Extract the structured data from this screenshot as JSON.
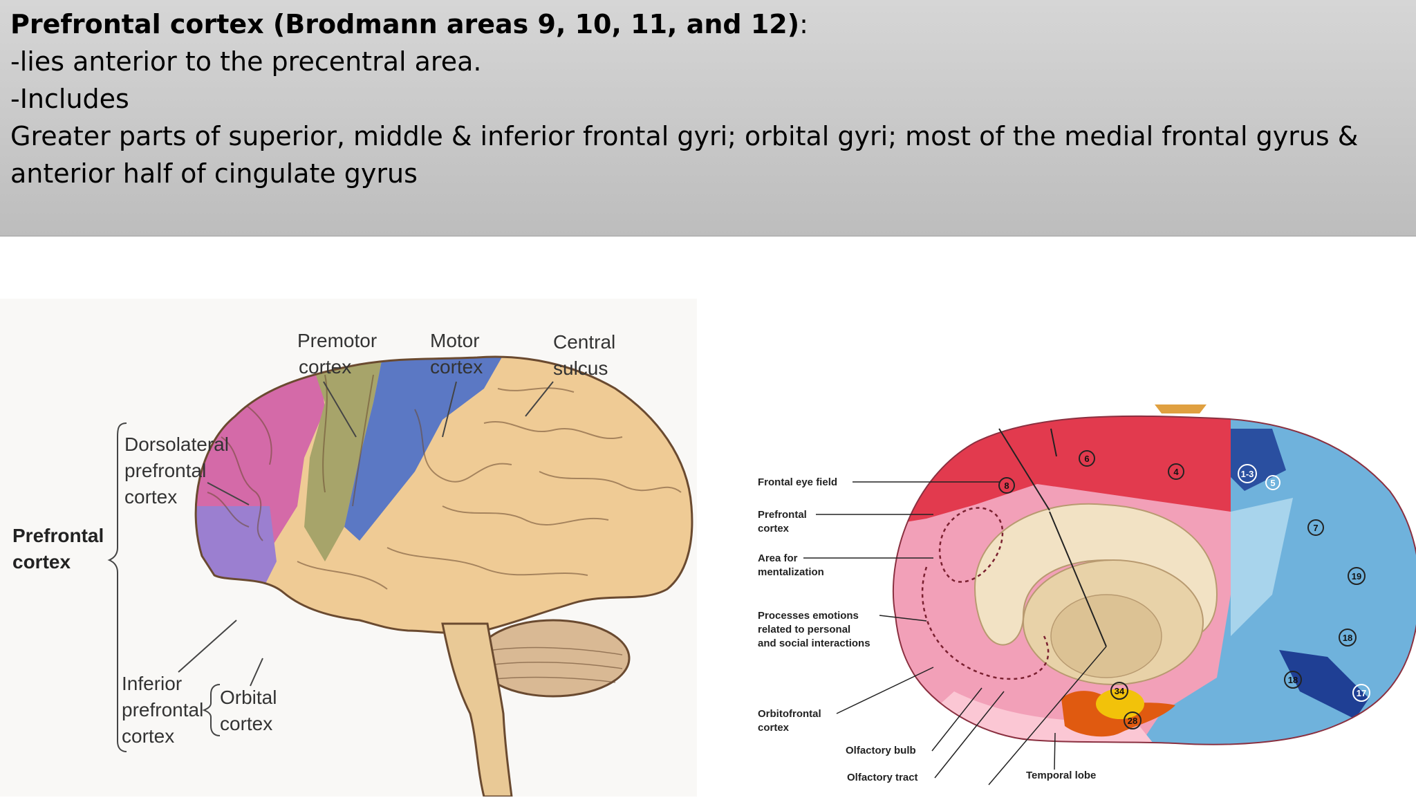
{
  "header": {
    "title": "Prefrontal cortex (Brodmann areas 9, 10, 11, and 12)",
    "title_suffix": ":",
    "line1": "-lies anterior to the precentral area.",
    "line2": "-Includes",
    "line3": "Greater parts of superior, middle & inferior frontal gyri;  orbital gyri; most of the medial frontal gyrus &",
    "line4": "anterior half of cingulate gyrus"
  },
  "left_figure": {
    "premotor_1": "Premotor",
    "premotor_2": "cortex",
    "motor_1": "Motor",
    "motor_2": "cortex",
    "central_1": "Central",
    "central_2": "sulcus",
    "dlpfc_1": "Dorsolateral",
    "dlpfc_2": "prefrontal",
    "dlpfc_3": "cortex",
    "pfc_1": "Prefrontal",
    "pfc_2": "cortex",
    "ipfc_1": "Inferior",
    "ipfc_2": "prefrontal",
    "ipfc_3": "cortex",
    "orb_1": "Orbital",
    "orb_2": "cortex"
  },
  "right_figure": {
    "frontal_eye": "Frontal eye field",
    "pfc_1": "Prefrontal",
    "pfc_2": "cortex",
    "mental_1": "Area for",
    "mental_2": "mentalization",
    "emot_1": "Processes emotions",
    "emot_2": "related to personal",
    "emot_3": "and social interactions",
    "ofc_1": "Orbitofrontal",
    "ofc_2": "cortex",
    "bulb": "Olfactory bulb",
    "tract": "Olfactory tract",
    "temporal": "Temporal lobe",
    "areas": {
      "a8": "8",
      "a6": "6",
      "a4": "4",
      "a13": "1-3",
      "a5": "5",
      "a7": "7",
      "a19": "19",
      "a18": "18",
      "a17": "17",
      "a34": "34",
      "a28": "28",
      "a18b": "18"
    }
  }
}
